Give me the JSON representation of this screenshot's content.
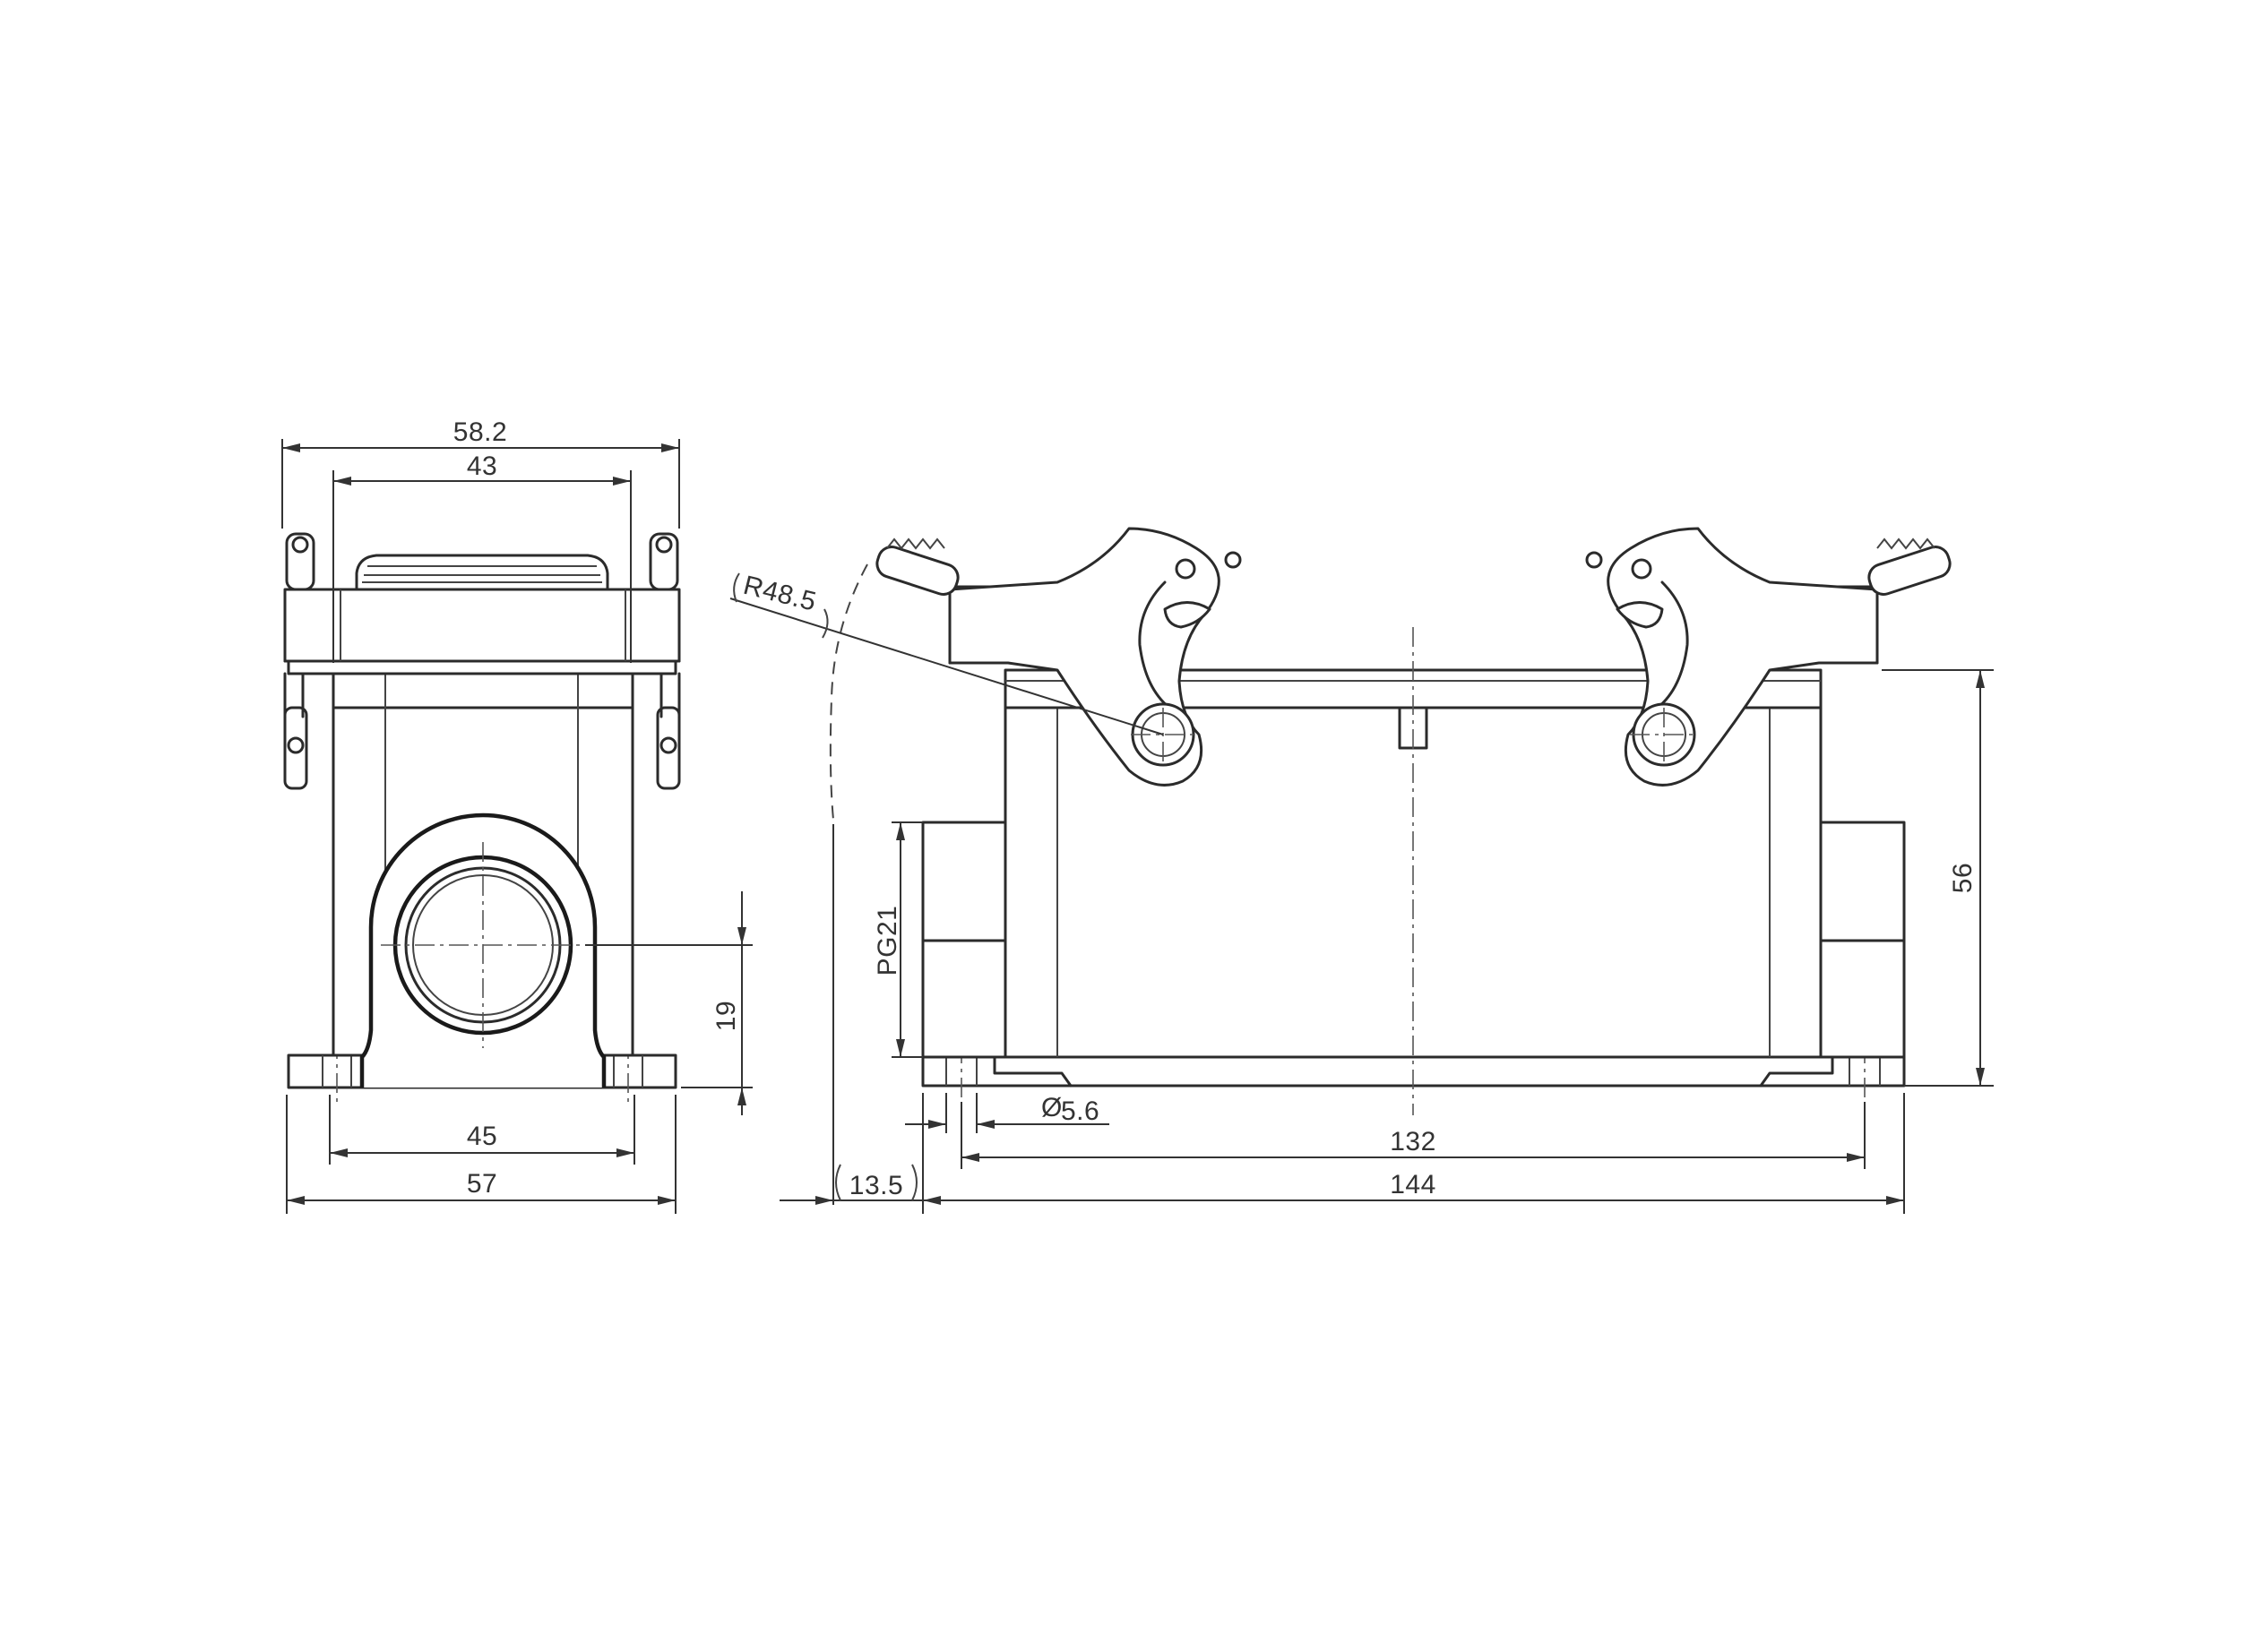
{
  "side_view": {
    "dim_overall_top": "58.2",
    "dim_inner_top": "43",
    "dim_hole_spacing": "45",
    "dim_base_width": "57",
    "dim_entry_height": "19"
  },
  "front_view": {
    "dim_radius": "R48.5",
    "dim_thread": "PG21",
    "dim_hole_diameter": "5.6",
    "dim_hole_spacing": "132",
    "dim_overall_length": "144",
    "dim_clearance": "13.5",
    "dim_height": "56"
  },
  "symbols": {
    "diameter": "Ø"
  },
  "colors": {
    "line": "#2b2b2b",
    "background": "#ffffff"
  }
}
